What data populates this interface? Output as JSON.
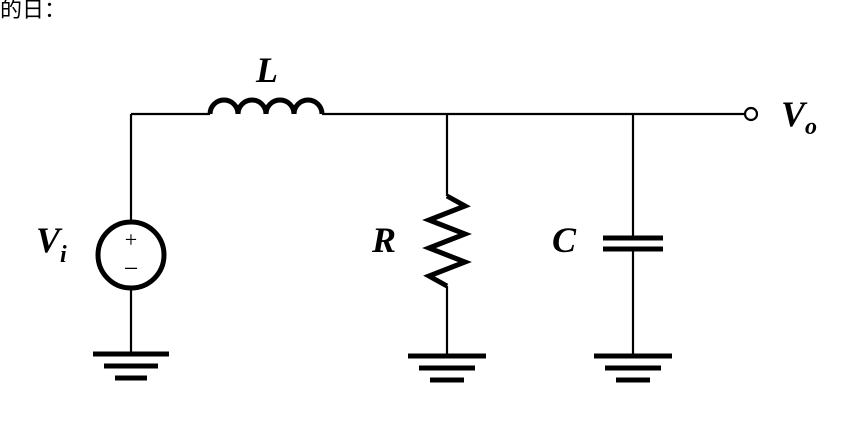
{
  "caption_fragment": "的日：",
  "labels": {
    "source": "V",
    "source_sub": "i",
    "output": "V",
    "output_sub": "o",
    "inductor": "L",
    "resistor": "R",
    "capacitor": "C",
    "plus": "+",
    "minus": "−"
  }
}
